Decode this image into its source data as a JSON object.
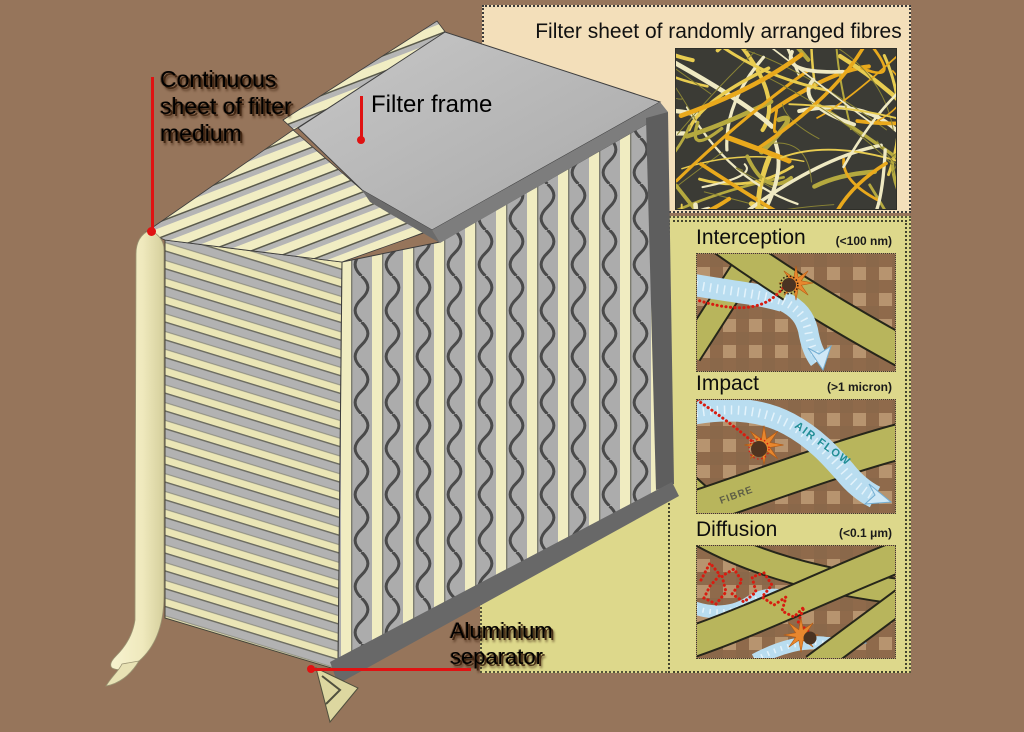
{
  "colors": {
    "background": "#96755b",
    "panel_cream": "#f3dfba",
    "panel_khaki": "#ddd88b",
    "leader_red": "#e01212",
    "fiber_olive": "#b8b55c",
    "air_blue": "#b9ddf0",
    "trajectory_red": "#d81c10",
    "burst_orange": "#e8872e",
    "particle_brown": "#4a3322",
    "fibre_art_bg": "#3b3b35",
    "fibre_gold": "#e9a91c",
    "fibre_cream": "#efe9c2",
    "fibre_olive": "#b5a93f",
    "fibre_dark": "#8a8435",
    "air_flow_text": "#208d95"
  },
  "diagram": {
    "labels": {
      "continuous_sheet": {
        "line1": "Continuous",
        "line2": "sheet of filter",
        "line3": "medium"
      },
      "filter_frame": "Filter frame",
      "aluminium_separator": {
        "line1": "Aluminium",
        "line2": "separator"
      }
    }
  },
  "fiber_panel": {
    "title": "Filter sheet of randomly arranged fibres"
  },
  "mechanisms": {
    "items": [
      {
        "name": "Interception",
        "size_range": "(<100 nm)"
      },
      {
        "name": "Impact",
        "size_range": "(>1 micron)",
        "air_flow_label": "AIR FLOW",
        "fibre_label": "FIBRE"
      },
      {
        "name": "Diffusion",
        "size_range": "(<0.1 μm)"
      }
    ]
  }
}
